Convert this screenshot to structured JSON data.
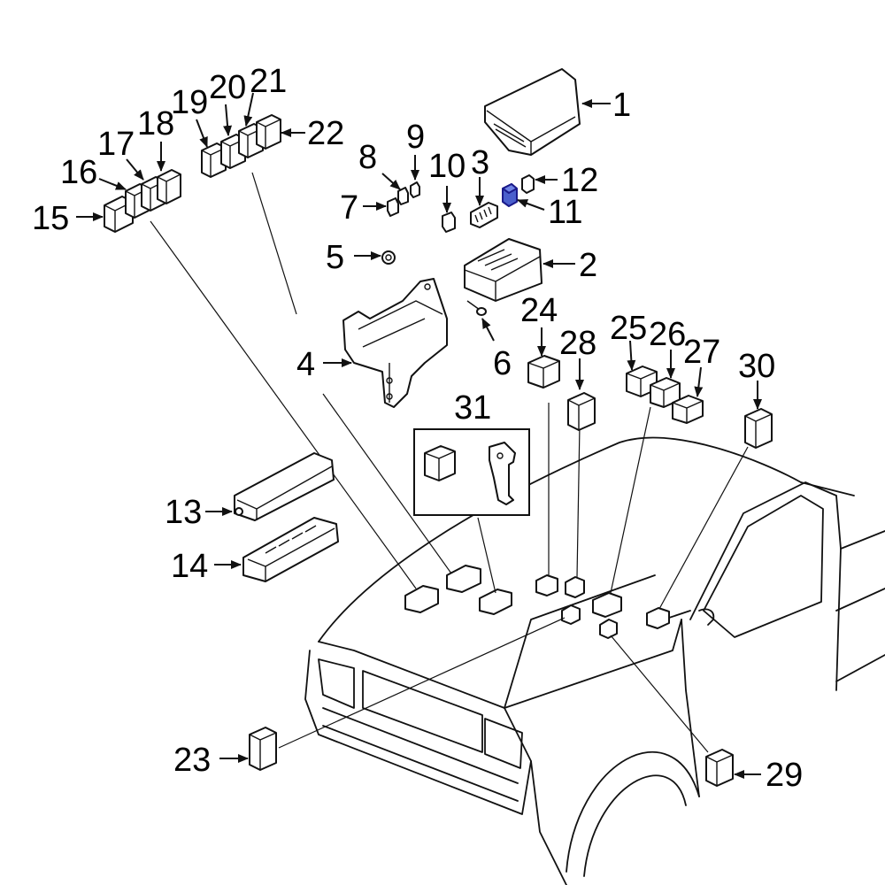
{
  "colors": {
    "line": "#111111",
    "highlight": "#4a5fcc",
    "background": "#ffffff"
  },
  "callouts": {
    "c1": "1",
    "c2": "2",
    "c3": "3",
    "c4": "4",
    "c5": "5",
    "c6": "6",
    "c7": "7",
    "c8": "8",
    "c9": "9",
    "c10": "10",
    "c11": "11",
    "c12": "12",
    "c13": "13",
    "c14": "14",
    "c15": "15",
    "c16": "16",
    "c17": "17",
    "c18": "18",
    "c19": "19",
    "c20": "20",
    "c21": "21",
    "c22": "22",
    "c23": "23",
    "c24": "24",
    "c25": "25",
    "c26": "26",
    "c27": "27",
    "c28": "28",
    "c29": "29",
    "c30": "30",
    "c31": "31"
  },
  "highlighted_part": "11"
}
